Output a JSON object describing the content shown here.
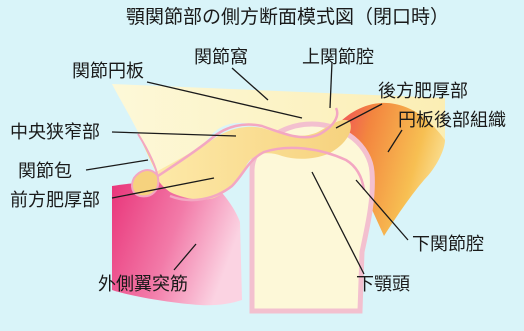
{
  "title": "顎関節部の側方断面模式図（閉口時）",
  "labels": {
    "articular_disc": "関節円板",
    "glenoid_fossa": "関節窩",
    "upper_joint_cavity": "上関節腔",
    "posterior_band": "後方肥厚部",
    "retrodiscal_tissue": "円板後部組織",
    "intermediate_zone": "中央狭窄部",
    "joint_capsule": "関節包",
    "anterior_band": "前方肥厚部",
    "lower_joint_cavity": "下関節腔",
    "lateral_pterygoid": "外側翼突筋",
    "condyle": "下顎頭"
  },
  "colors": {
    "background": "#d9f4f9",
    "bone": "#fdf7d4",
    "disc": "#f6db8c",
    "muscle": "#e9357a",
    "retrodiscal": "#f08f4f",
    "cavity_line": "#f3a7c2"
  }
}
